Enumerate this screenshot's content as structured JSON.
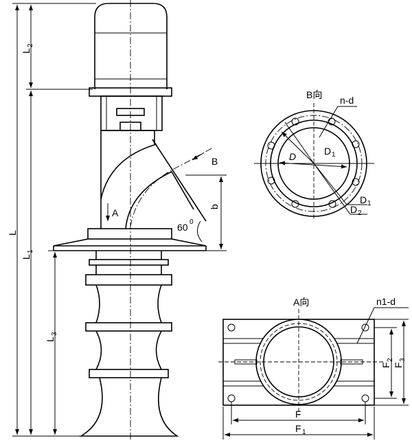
{
  "labels": {
    "L": "L",
    "L1": "L",
    "L1_sub": "1",
    "L2": "L",
    "L2_sub": "2",
    "L3": "L",
    "L3_sub": "3",
    "A": "A",
    "B": "B",
    "b": "b",
    "angle": "60",
    "angle_sup": "0",
    "view_b": "B向",
    "nd": "n-d",
    "D": "D",
    "D1_inner": "D",
    "D1_inner_sub": "1",
    "D1": "D",
    "D1_sub": "1",
    "D2": "D",
    "D2_sub": "2",
    "view_a": "A向",
    "n1d": "n1-d",
    "F": "F",
    "F1": "F",
    "F1_sub": "1",
    "F2": "F",
    "F2_sub": "2",
    "F3": "F",
    "F3_sub": "3"
  }
}
